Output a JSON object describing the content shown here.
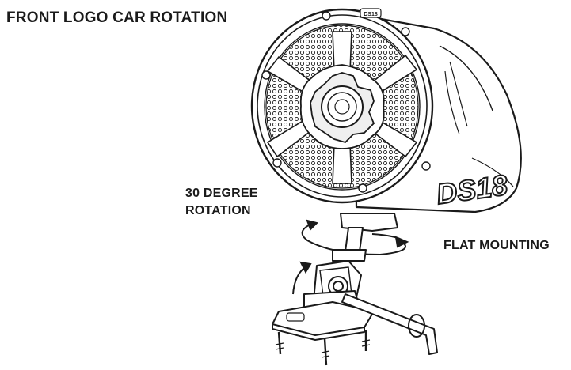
{
  "diagram": {
    "title": "FRONT LOGO CAR ROTATION",
    "rotation_label_line1": "30 DEGREE",
    "rotation_label_line2": "ROTATION",
    "mount_label": "FLAT MOUNTING",
    "brand_logo": "DS18",
    "grille_brand": "DS18",
    "line_color": "#1a1a1a",
    "background_color": "#ffffff"
  }
}
